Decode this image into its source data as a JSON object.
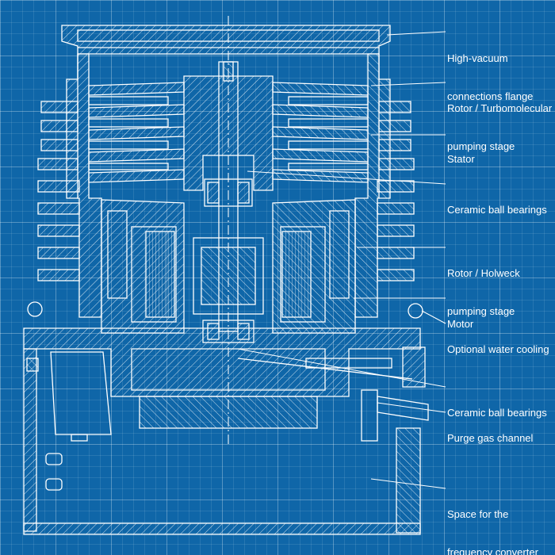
{
  "colors": {
    "background": "#0f66a8",
    "grid": "#4d8fc4",
    "lines": "#ffffff"
  },
  "labels": [
    {
      "id": "flange",
      "line1": "High-vacuum",
      "line2": "connections flange"
    },
    {
      "id": "turbo",
      "line1": "Rotor / Turbomolecular",
      "line2": "pumping stage"
    },
    {
      "id": "stator",
      "line1": "Stator",
      "line2": ""
    },
    {
      "id": "bearings-top",
      "line1": "Ceramic ball bearings",
      "line2": ""
    },
    {
      "id": "holweck",
      "line1": "Rotor / Holweck",
      "line2": "pumping stage"
    },
    {
      "id": "motor",
      "line1": "Motor",
      "line2": ""
    },
    {
      "id": "cooling",
      "line1": "Optional water cooling",
      "line2": ""
    },
    {
      "id": "bearings-bottom",
      "line1": "Ceramic ball bearings",
      "line2": ""
    },
    {
      "id": "purge",
      "line1": "Purge gas channel",
      "line2": ""
    },
    {
      "id": "space",
      "line1": "Space for the",
      "line2": "frequency converter"
    }
  ]
}
